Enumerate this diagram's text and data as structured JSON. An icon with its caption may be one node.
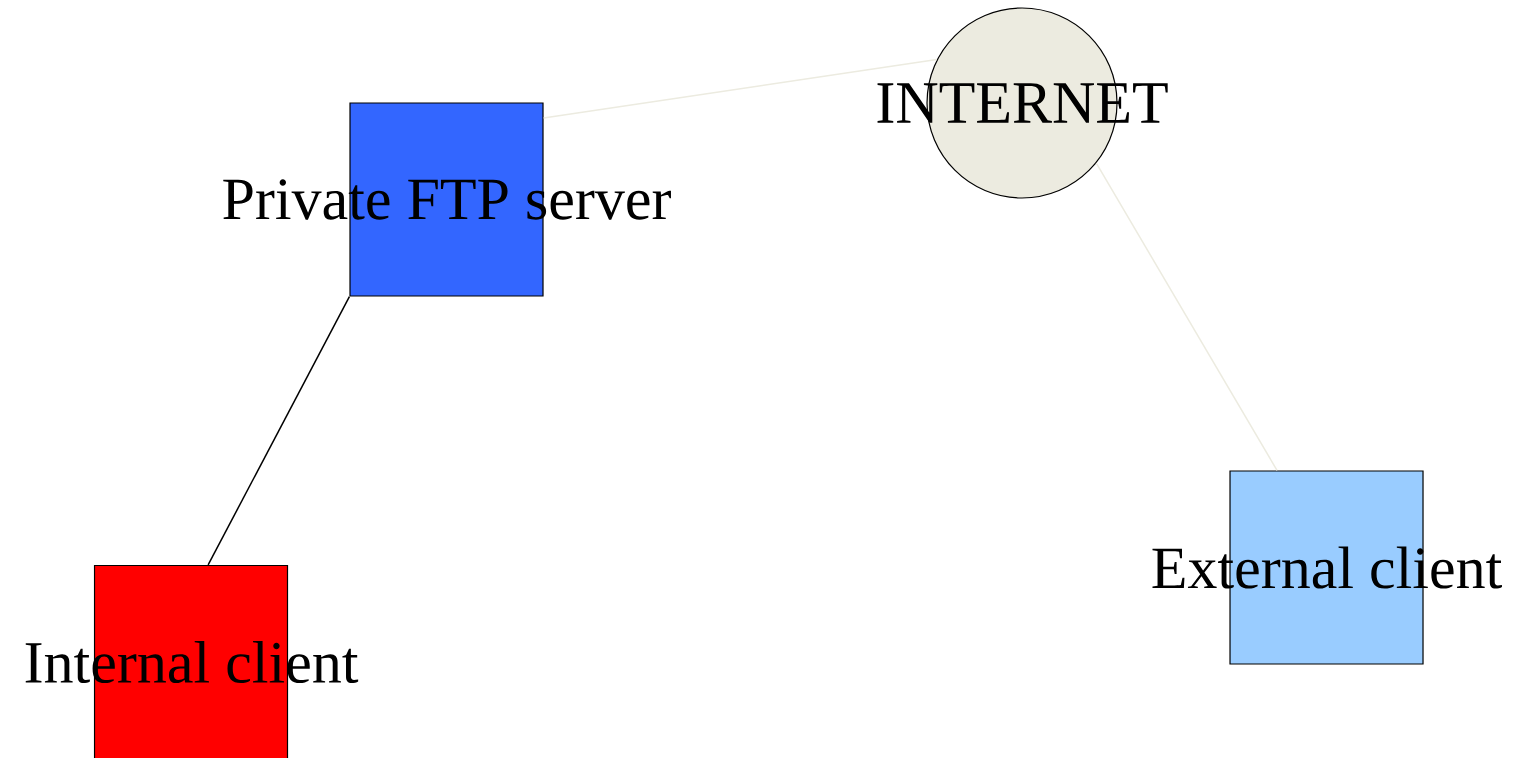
{
  "diagram": {
    "nodes": [
      {
        "text": [
          "Private FTP server"
        ]
      },
      {
        "text": [
          "INTERNET"
        ]
      },
      {
        "text": [
          "Internal client"
        ]
      },
      {
        "text": [
          "External client"
        ]
      }
    ],
    "edges": [
      {
        "from": 0,
        "to": 1,
        "arrow": "none",
        "color": "#ecebe0"
      },
      {
        "from": 1,
        "to": 3,
        "arrow": "none",
        "color": "#ecebe0"
      },
      {
        "from": 0,
        "to": 2,
        "arrow": "none",
        "color": "#000000"
      }
    ]
  }
}
